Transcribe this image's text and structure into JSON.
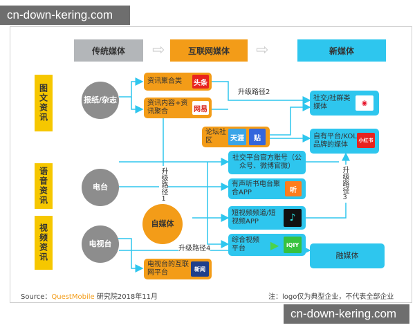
{
  "watermark": {
    "top": "cn-down-kering.com",
    "bottom": "cn-down-kering.com"
  },
  "headers": {
    "traditional": "传统媒体",
    "internet": "互联网媒体",
    "new": "新媒体"
  },
  "categories": {
    "text": "图文资讯",
    "audio": "语音资讯",
    "video": "视频资讯"
  },
  "sources": {
    "newspaper": "报纸/杂志",
    "radio": "电台",
    "tv": "电视台",
    "selfmedia": "自媒体"
  },
  "internet_boxes": {
    "aggregation": "资讯聚合类",
    "content_aggregation": "资讯内容+资讯聚合",
    "forum": "论坛社区",
    "tv_internet": "电视台的互联网平台"
  },
  "logos": {
    "toutiao": "头条",
    "netease": "网易",
    "tianya": "天涯",
    "tieba": "贴",
    "xiaohongshu": "小红书",
    "ting": "听",
    "qiyi": "iQIY",
    "xinwen": "新闻"
  },
  "new_media": {
    "social": "社交/社群类媒体",
    "kol": "自有平台/KOL品牌的媒体",
    "official": "社交平台官方账号（公众号、微博官微）",
    "audio_app": "有声听书电台聚合APP",
    "short_video": "短视频频道/短视频APP",
    "video_platform": "综合视频平台",
    "fusion": "融媒体"
  },
  "paths": {
    "p1": "升级路径1",
    "p2": "升级路径2",
    "p3": "升级路径3",
    "p4": "升级路径4"
  },
  "footer": {
    "source_label": "Source：",
    "source_brand": "QuestMobile",
    "source_rest": " 研究院2018年11月",
    "note": "注：logo仅为典型企业，不代表全部企业"
  },
  "colors": {
    "orange": "#f39c18",
    "cyan": "#2ec6ee",
    "yellow": "#f6c700",
    "gray": "#8d8d8d",
    "line": "#2ec6ee"
  }
}
